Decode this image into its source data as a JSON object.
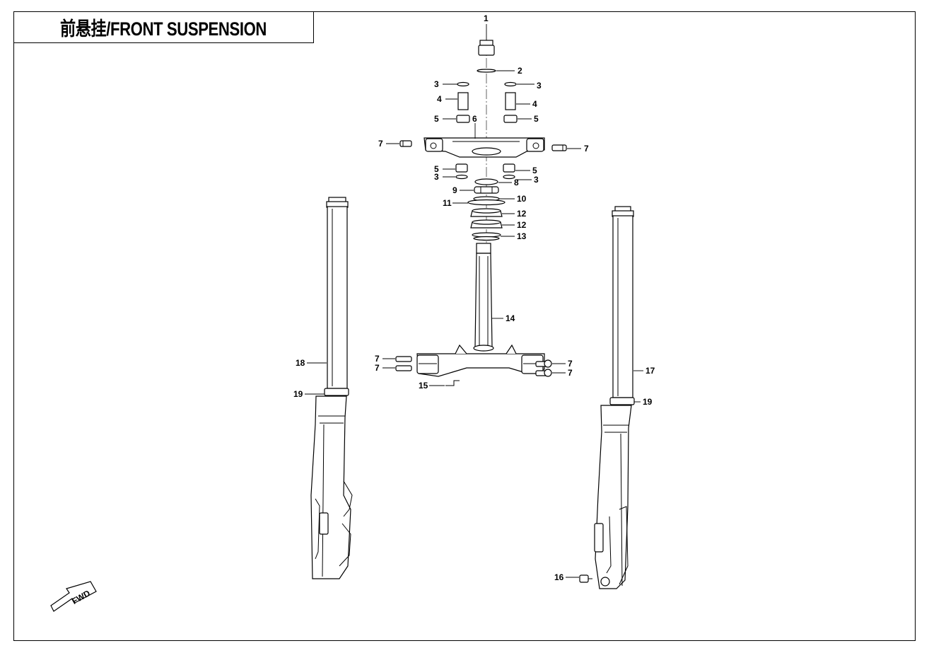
{
  "title": "前悬挂/FRONT SUSPENSION",
  "fwd_label": "FWD",
  "colors": {
    "line": "#000000",
    "background": "#ffffff"
  },
  "callouts": [
    {
      "id": "c1",
      "text": "1"
    },
    {
      "id": "c2",
      "text": "2"
    },
    {
      "id": "c3a",
      "text": "3"
    },
    {
      "id": "c3b",
      "text": "3"
    },
    {
      "id": "c4a",
      "text": "4"
    },
    {
      "id": "c4b",
      "text": "4"
    },
    {
      "id": "c5a",
      "text": "5"
    },
    {
      "id": "c5b",
      "text": "5"
    },
    {
      "id": "c6",
      "text": "6"
    },
    {
      "id": "c7a",
      "text": "7"
    },
    {
      "id": "c7b",
      "text": "7"
    },
    {
      "id": "c5c",
      "text": "5"
    },
    {
      "id": "c3c",
      "text": "3"
    },
    {
      "id": "c5d",
      "text": "5"
    },
    {
      "id": "c8",
      "text": "8"
    },
    {
      "id": "c3d",
      "text": "3"
    },
    {
      "id": "c9",
      "text": "9"
    },
    {
      "id": "c10",
      "text": "10"
    },
    {
      "id": "c11",
      "text": "11"
    },
    {
      "id": "c12a",
      "text": "12"
    },
    {
      "id": "c12b",
      "text": "12"
    },
    {
      "id": "c13",
      "text": "13"
    },
    {
      "id": "c14",
      "text": "14"
    },
    {
      "id": "c7c",
      "text": "7"
    },
    {
      "id": "c7d",
      "text": "7"
    },
    {
      "id": "c7e",
      "text": "7"
    },
    {
      "id": "c7f",
      "text": "7"
    },
    {
      "id": "c15",
      "text": "15"
    },
    {
      "id": "c18",
      "text": "18"
    },
    {
      "id": "c19a",
      "text": "19"
    },
    {
      "id": "c17",
      "text": "17"
    },
    {
      "id": "c19b",
      "text": "19"
    },
    {
      "id": "c16",
      "text": "16"
    }
  ]
}
